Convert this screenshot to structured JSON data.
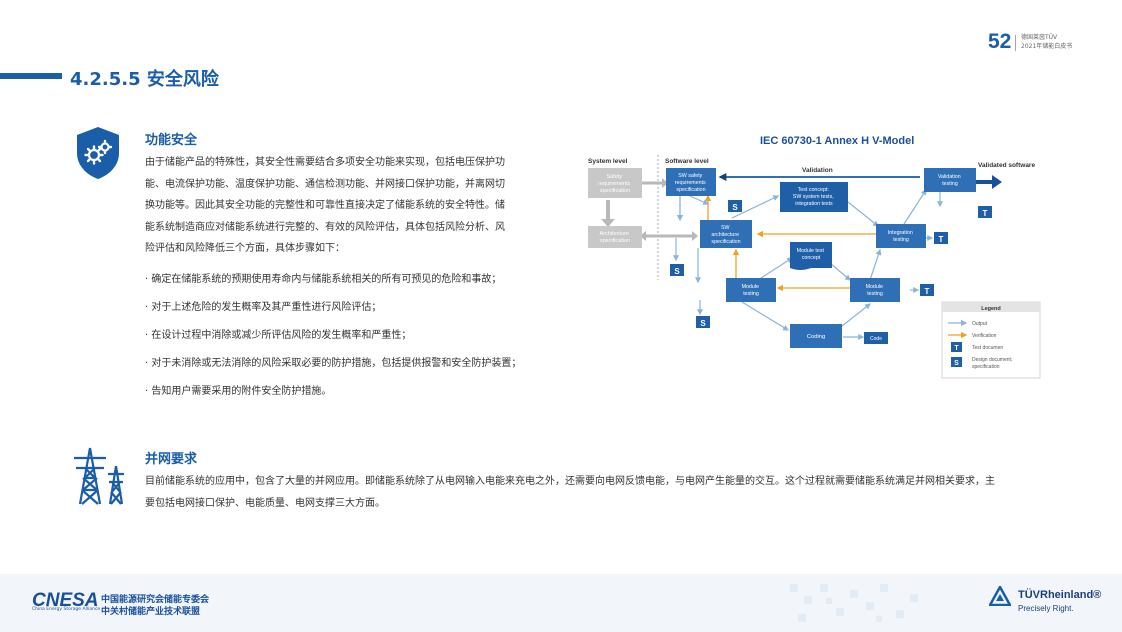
{
  "header": {
    "page_number": "52",
    "org_line1": "德国莱茵TÜV",
    "org_line2": "2021年储能白皮书"
  },
  "section": {
    "title": "4.2.5.5 安全风险"
  },
  "functional_safety": {
    "title": "功能安全",
    "paragraph_lines": [
      "由于储能产品的特殊性，其安全性需要结合多项安全功能来实现，包括电压保护功",
      "能、电流保护功能、温度保护功能、通信检测功能、并网接口保护功能，并离网切",
      "换功能等。因此其安全功能的完整性和可靠性直接决定了储能系统的安全特性。储",
      "能系统制造商应对储能系统进行完整的、有效的风险评估，具体包括风险分析、风",
      "险评估和风险降低三个方面，具体步骤如下："
    ],
    "bullets": [
      "· 确定在储能系统的预期使用寿命内与储能系统相关的所有可预见的危险和事故；",
      "· 对于上述危险的发生概率及其严重性进行风险评估；",
      "· 在设计过程中消除或减少所评估风险的发生概率和严重性；",
      "· 对于未消除或无法消除的风险采取必要的防护措施，包括提供报警和安全防护装置；",
      "· 告知用户需要采用的附件安全防护措施。"
    ]
  },
  "diagram": {
    "title": "IEC 60730-1 Annex H V-Model",
    "system_level": "System level",
    "software_level": "Software level",
    "validation": "Validation",
    "validated_software": "Validated software",
    "box_safety_req": [
      "Safety",
      "requirements",
      "specification"
    ],
    "box_architecture": [
      "Architecture",
      "specification"
    ],
    "box_sw_safety": [
      "SW safety",
      "requirements",
      "specification"
    ],
    "box_sw_arch": [
      "SW",
      "architecture",
      "specification"
    ],
    "box_test_concept": [
      "Test concept:",
      "SW system tests,",
      "integration tests"
    ],
    "box_module_test_concept": [
      "Module test",
      "concept"
    ],
    "box_validation": [
      "Validation",
      "testing"
    ],
    "box_integration": [
      "Integration",
      "testing"
    ],
    "box_module_left": [
      "Module",
      "testing"
    ],
    "box_module_right": [
      "Module",
      "testing"
    ],
    "box_coding": "Coding",
    "box_code": "Code",
    "letter_s": "S",
    "letter_t": "T",
    "legend_title": "Legend",
    "legend_output": "Output",
    "legend_verification": "Verification",
    "legend_test_doc": "Test documen",
    "legend_design_doc": [
      "Design document;",
      "specification"
    ]
  },
  "grid": {
    "title": "并网要求",
    "paragraph_lines": [
      "目前储能系统的应用中，包含了大量的并网应用。即储能系统除了从电网输入电能来充电之外，还需要向电网反馈电能，与电网产生能量的交互。这个过程就需要储能系统满足并网相关要求，主",
      "要包括电网接口保护、电能质量、电网支撑三大方面。"
    ]
  },
  "footer": {
    "cnesa": "CNESA",
    "cnesa_en": "China Energy Storage Alliance",
    "cnesa_cn1": "中国能源研究会储能专委会",
    "cnesa_cn2": "中关村储能产业技术联盟",
    "tuv_name": "TÜVRheinland®",
    "tuv_tagline": "Precisely Right."
  },
  "colors": {
    "brand_blue": "#1a5da8",
    "box_blue": "#2f6fb5",
    "arrow_light": "#8ab4dc",
    "arrow_orange": "#f0a020",
    "gray_box": "#c8c8c8"
  }
}
